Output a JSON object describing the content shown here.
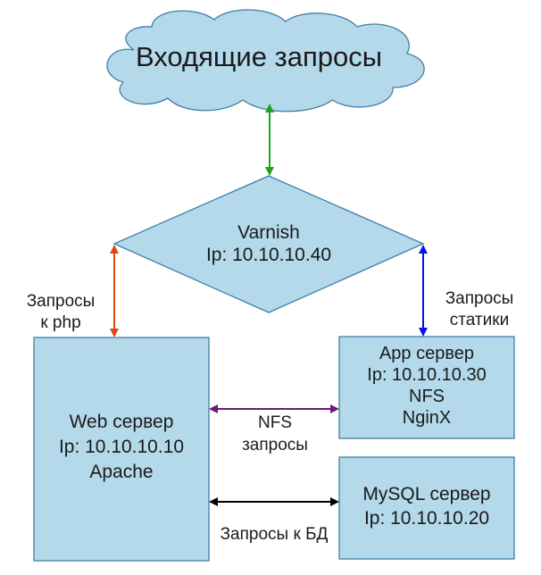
{
  "cloud": {
    "title": "Входящие запросы"
  },
  "varnish": {
    "name": "Varnish",
    "ip": "Ip: 10.10.10.40"
  },
  "web": {
    "name": "Web сервер",
    "ip": "Ip: 10.10.10.10",
    "software": "Apache"
  },
  "app": {
    "name": "App сервер",
    "ip": "Ip: 10.10.10.30",
    "line3": "NFS",
    "line4": "NginX"
  },
  "mysql": {
    "name": "MySQL сервер",
    "ip": "Ip: 10.10.10.20"
  },
  "links": {
    "php_line1": "Запросы",
    "php_line2": "к php",
    "static_line1": "Запросы",
    "static_line2": "статики",
    "nfs_line1": "NFS",
    "nfs_line2": "запросы",
    "db": "Запросы к БД"
  },
  "colors": {
    "node_fill": "#b4d9eb",
    "node_stroke": "#3f7fa8",
    "arrow_incoming": "#1aa51a",
    "arrow_php": "#e04a12",
    "arrow_static": "#0a10e6",
    "arrow_nfs": "#6a1b74",
    "arrow_db": "#000000"
  }
}
